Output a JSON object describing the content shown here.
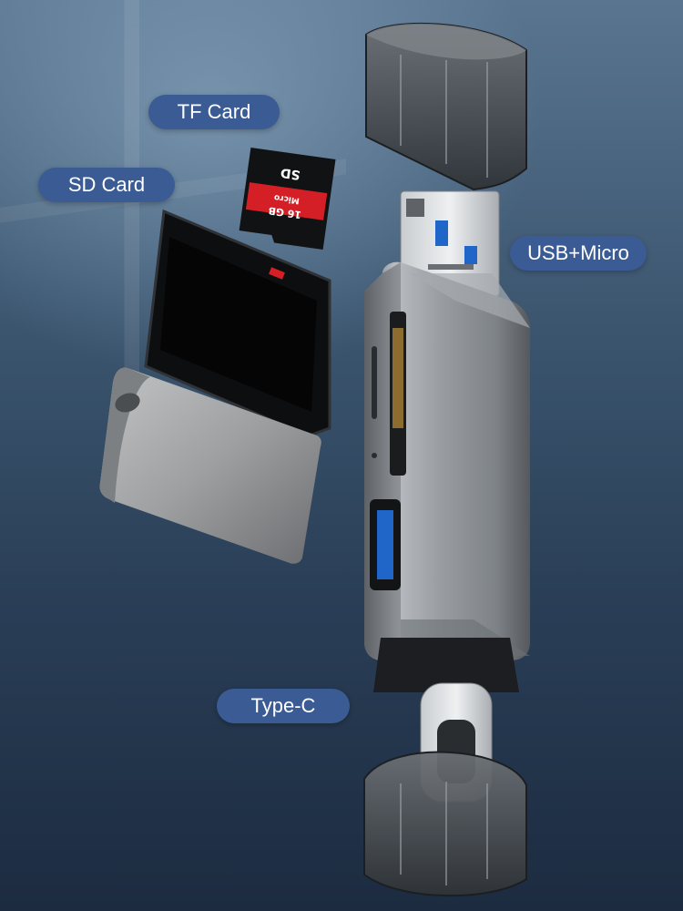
{
  "labels": {
    "tf_card": "TF Card",
    "sd_card": "SD Card",
    "usb_micro": "USB+Micro",
    "type_c": "Type-C"
  },
  "tf_card_print": {
    "brand": "SD",
    "capacity": "16 GB",
    "type": "Micro"
  },
  "colors": {
    "label_bg": "#3b5b94",
    "label_text": "#ffffff",
    "body_metal": "#8e9296",
    "tf_red": "#d41f26",
    "usb_blue": "#1f66c8"
  }
}
